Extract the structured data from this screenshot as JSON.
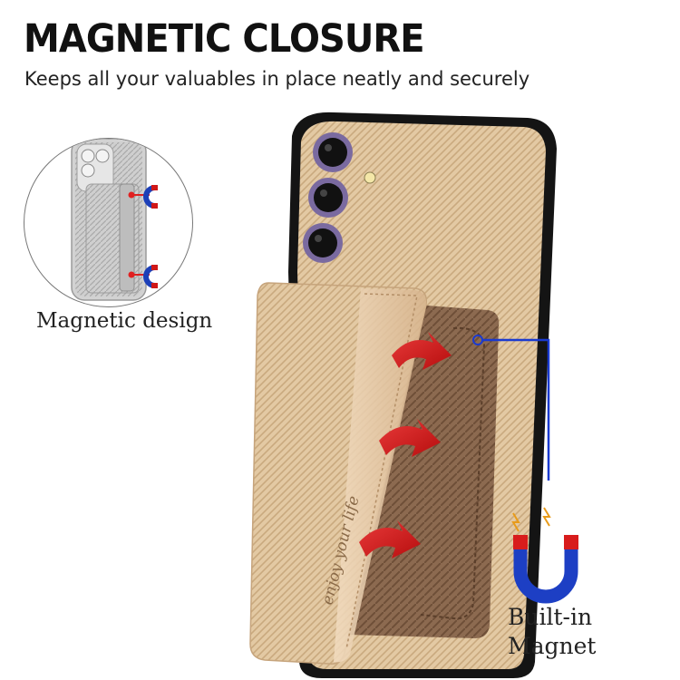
{
  "headline": "MAGNETIC CLOSURE",
  "tagline": "Keeps all your valuables in place neatly and securely",
  "inset": {
    "caption": "Magnetic design"
  },
  "magnet_callout": {
    "line1": "Built-in",
    "line2": "Magnet"
  },
  "card_slot_text": "enjoy your life",
  "colors": {
    "case": "#e3c8a2",
    "bumper": "#141414",
    "lens_ring": "#6a5a90",
    "arrow": "#cc1414",
    "callout_line": "#1a3ad0"
  }
}
